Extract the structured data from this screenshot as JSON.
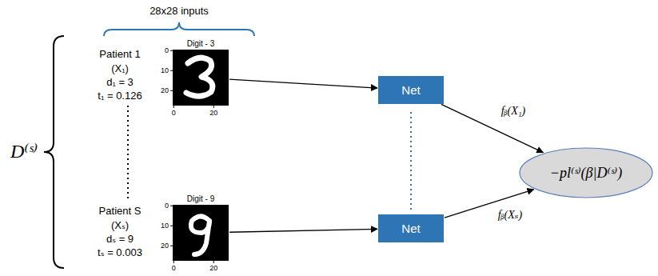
{
  "diagram": {
    "nodes": [
      {
        "text": [
          "Digit - 3"
        ]
      },
      {
        "text": [
          "Net"
        ]
      },
      {
        "text": [
          "Digit - 9"
        ]
      },
      {
        "text": [
          "Net"
        ]
      },
      {
        "text": [
          "−pl⁽ˢ⁾(β|D⁽ˢ⁾)"
        ]
      }
    ],
    "edges": [
      {
        "from": 0,
        "to": 1,
        "arrow": "to"
      },
      {
        "from": 2,
        "to": 3,
        "arrow": "to"
      },
      {
        "from": 1,
        "to": 4,
        "arrow": "to",
        "label": "fᵦ(X₁)"
      },
      {
        "from": 3,
        "to": 4,
        "arrow": "to",
        "label": "fᵦ(Xₛ)"
      }
    ],
    "labels": [
      "28x28 inputs",
      "D⁽ˢ⁾",
      "Patient 1",
      "(X₁)",
      "d₁ = 3",
      "t₁ = 0.126",
      "0",
      "10",
      "20",
      "0",
      "20",
      "Patient S",
      "(Xₛ)",
      "dₛ = 9",
      "tₛ = 0.003",
      "0",
      "10",
      "20",
      "0",
      "20"
    ]
  }
}
